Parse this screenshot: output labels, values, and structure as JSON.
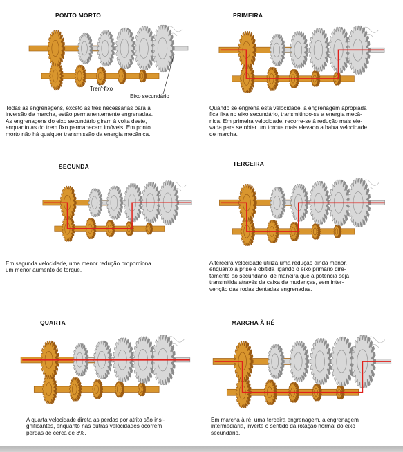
{
  "panels": [
    {
      "title": "PONTO MORTO",
      "callouts": {
        "trem_fixo": "Trem fixo",
        "eixo_secundario": "Eixo secundário"
      },
      "caption": [
        "Todas as engrenagens, exceto as três necessárias para a",
        "inversão de marcha, estão permanentemente engrenadas.",
        "As engrenagens do eixo secundário giram à volta deste,",
        "enquanto as do trem fixo permanecem imóveis. Em ponto",
        "morto não há qualquer transmissão da energia mecânica."
      ]
    },
    {
      "title": "PRIMEIRA",
      "caption": [
        "Quando se engrena esta velocidade, a engrenagem apropiada",
        "fica fixa no eixo secundário, transmitindo-se a energia mecâ-",
        "nica. Em primeira velocidade, recorre-se à redução mais ele-",
        "vada para se obter um torque mais elevado a baixa velocidade",
        "de marcha."
      ]
    },
    {
      "title": "SEGUNDA",
      "caption": [
        "Em segunda velocidade, uma menor redução proporciona",
        "um menor aumento de torque."
      ]
    },
    {
      "title": "TERCEIRA",
      "caption": [
        "A terceira velocidade utiliza uma redução ainda menor,",
        "enquanto a prise é obitida ligando o eixo primário dire-",
        "tamente ao secundário, de maneira que a potência seja",
        "transmitida através da caixa de mudanças, sem inter-",
        "venção das rodas dentadas engrenadas."
      ]
    },
    {
      "title": "QUARTA",
      "caption": [
        "A quarta velocidade direta as perdas por atrito são insi-",
        "gnificantes, enquanto nas outras velocidades ocorrem",
        "perdas de cerca de 3%."
      ]
    },
    {
      "title": "MARCHA À RÉ",
      "caption": [
        "Em marcha à ré, uma terceira engrenagem, a engrenagem",
        "intermediária, inverte o sentido da rotação normal do eixo",
        "secundário."
      ]
    }
  ],
  "colors": {
    "gold": "#d9962e",
    "gold_dark": "#9a5a12",
    "silver": "#d8d8d8",
    "silver_dark": "#8c8c8c",
    "power_path": "#e0201b"
  }
}
